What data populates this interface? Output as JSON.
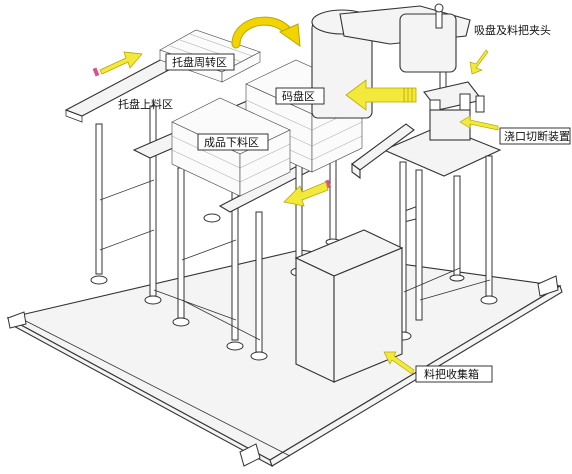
{
  "labels": {
    "tray_turnover": "托盘周转区",
    "tray_loading": "托盘上料区",
    "stacking": "码盘区",
    "finished_unloading": "成品下料区",
    "suction_gripper": "吸盘及料把夹头",
    "gate_cutting": "浇口切断装置",
    "runner_bin": "料把收集箱"
  },
  "colors": {
    "arrow_fill": "#f2e93a",
    "arrow_stroke": "#b8a800",
    "rotate_arrow": "#f2d400",
    "line": "#333333",
    "pink_band": "#d9538a"
  },
  "icons": [
    "rotate-arrow-icon",
    "flow-arrow-icon",
    "callout-arrow-icon"
  ]
}
